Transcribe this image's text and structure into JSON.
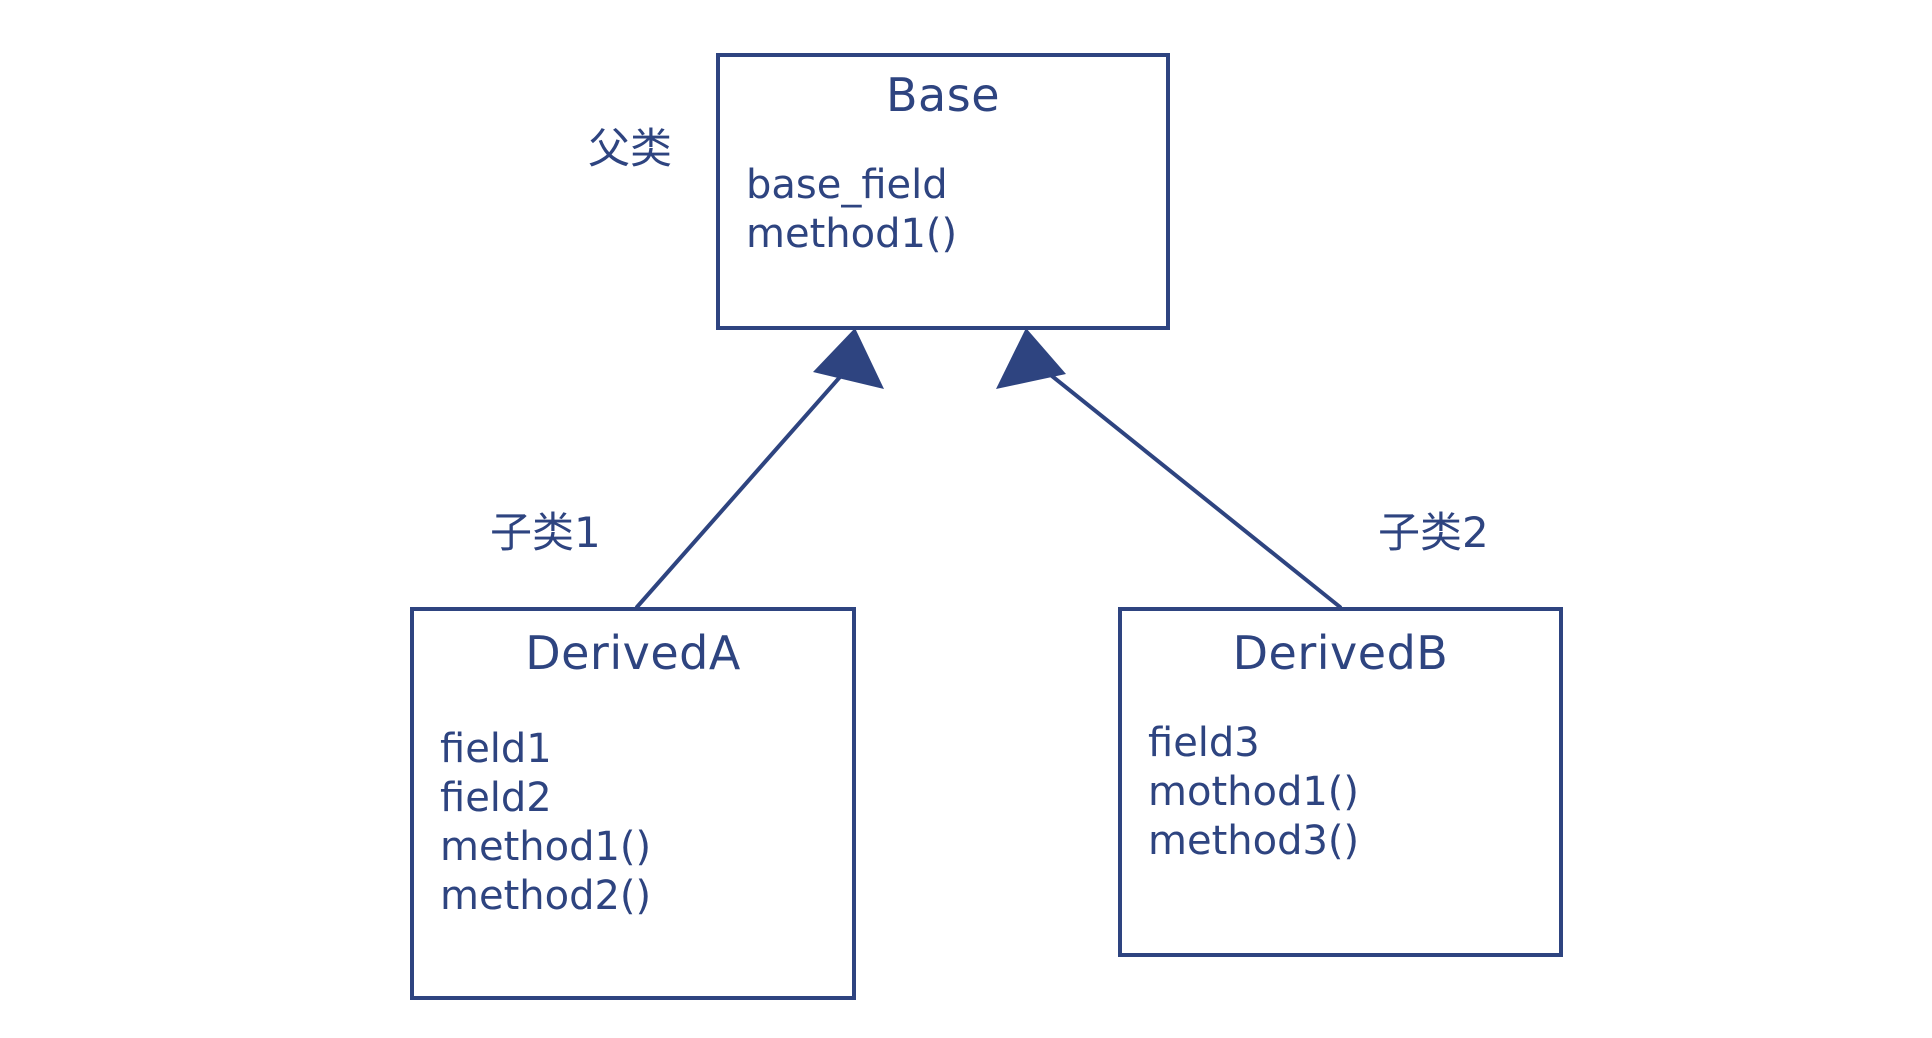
{
  "diagram": {
    "type": "uml-class-inheritance",
    "background_color": "#FFFFFF",
    "stroke_color": "#2E4480",
    "text_color": "#2E4480",
    "classes": [
      {
        "id": "base",
        "title": "Base",
        "members": [
          "base_field",
          "method1()"
        ]
      },
      {
        "id": "derived_a",
        "title": "DerivedA",
        "members": [
          "field1",
          "field2",
          "method1()",
          "method2()"
        ]
      },
      {
        "id": "derived_b",
        "title": "DerivedB",
        "members": [
          "field3",
          "mothod1()",
          "method3()"
        ]
      }
    ],
    "annotations": {
      "parent": "父类",
      "child_1": "子类1",
      "child_2": "子类2"
    },
    "relations": [
      {
        "from": "derived_a",
        "to": "base",
        "kind": "inheritance",
        "arrowhead": "solid-triangle"
      },
      {
        "from": "derived_b",
        "to": "base",
        "kind": "inheritance",
        "arrowhead": "solid-triangle"
      }
    ]
  }
}
